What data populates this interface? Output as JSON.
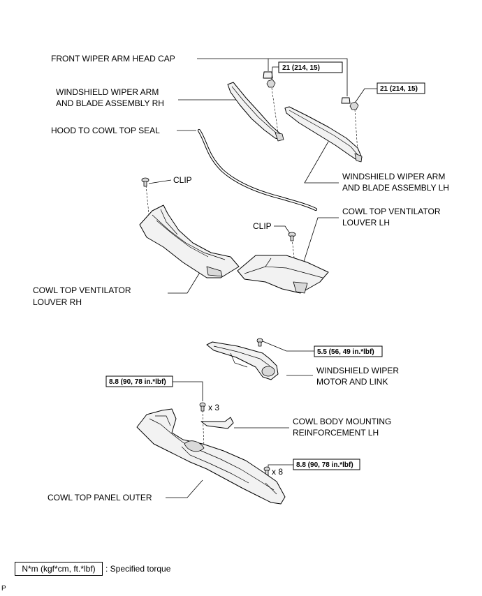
{
  "labels": {
    "head_cap": "FRONT WIPER ARM HEAD CAP",
    "arm_rh_1": "WINDSHIELD WIPER ARM",
    "arm_rh_2": "AND BLADE ASSEMBLY RH",
    "hood_seal": "HOOD TO COWL TOP SEAL",
    "arm_lh_1": "WINDSHIELD WIPER ARM",
    "arm_lh_2": "AND BLADE ASSEMBLY LH",
    "clip_top": "CLIP",
    "clip_mid": "CLIP",
    "louver_lh_1": "COWL TOP VENTILATOR",
    "louver_lh_2": "LOUVER LH",
    "louver_rh_1": "COWL TOP VENTILATOR",
    "louver_rh_2": "LOUVER RH",
    "motor_1": "WINDSHIELD WIPER",
    "motor_2": "MOTOR AND LINK",
    "reinf_1": "COWL BODY MOUNTING",
    "reinf_2": "REINFORCEMENT LH",
    "panel_outer": "COWL TOP PANEL OUTER"
  },
  "torques": {
    "arm_rh": "21 (214, 15)",
    "arm_lh": "21 (214, 15)",
    "motor": "5.5 (56, 49 in.*lbf)",
    "panel_top": "8.8 (90, 78 in.*lbf)",
    "panel_side": "8.8 (90, 78 in.*lbf)"
  },
  "quantities": {
    "panel_top": "x 3",
    "panel_side": "x 8"
  },
  "legend": {
    "box": "N*m (kgf*cm, ft.*lbf)",
    "text": ": Specified torque"
  },
  "corner_mark": "P"
}
